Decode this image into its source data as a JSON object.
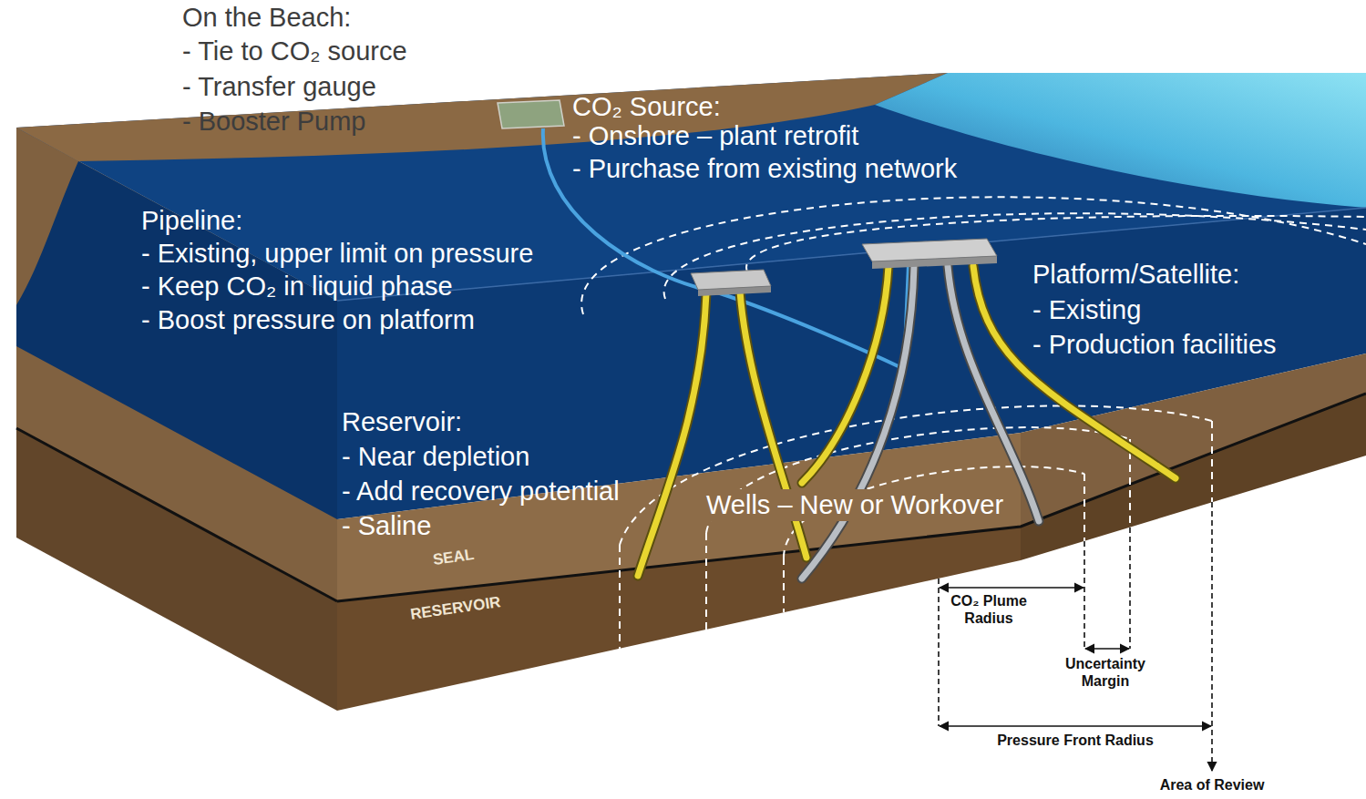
{
  "diagram": {
    "labels": [
      "On the Beach:",
      "- Tie to CO₂ source",
      "- Transfer gauge",
      "- Booster Pump",
      "CO₂ Source:",
      "- Onshore – plant retrofit",
      "- Purchase from existing network",
      "Pipeline:",
      "- Existing, upper limit on pressure",
      "- Keep CO₂ in liquid phase",
      "- Boost pressure on platform",
      "Platform/Satellite:",
      "- Existing",
      "- Production facilities",
      "Reservoir:",
      "- Near depletion",
      "- Add recovery potential",
      "- Saline",
      "Wells – New or Workover",
      "SEAL",
      "RESERVOIR",
      "CO₂ Plume Radius",
      "Uncertainty Margin",
      "Pressure Front Radius",
      "Area of Review"
    ]
  }
}
